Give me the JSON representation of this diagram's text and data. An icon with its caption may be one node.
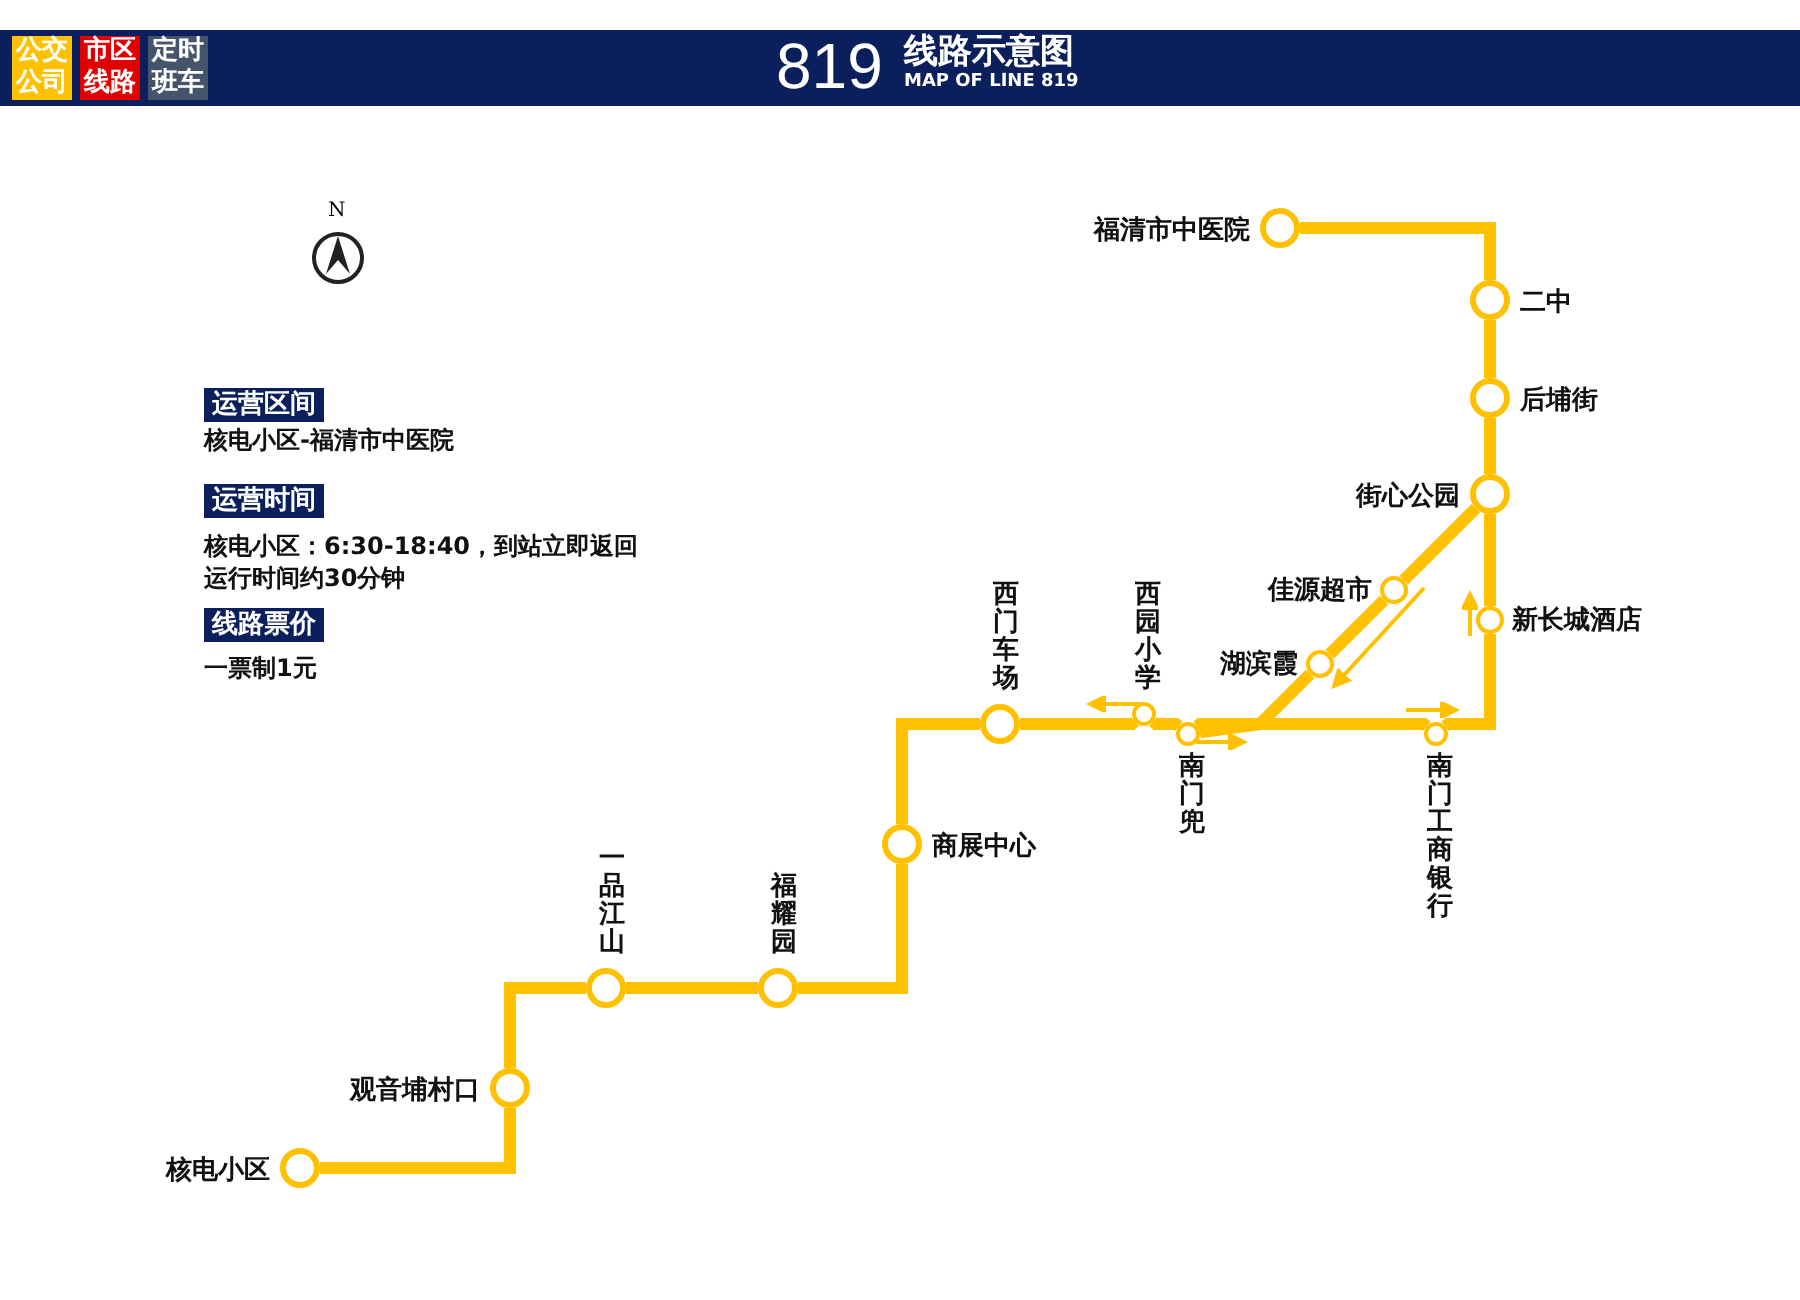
{
  "diagram": {
    "nodes": [
      {
        "text": [
          "核电小区"
        ]
      },
      {
        "text": [
          "观音埔村口"
        ]
      },
      {
        "text": [
          "一品江山"
        ]
      },
      {
        "text": [
          "福耀园"
        ]
      },
      {
        "text": [
          "商展中心"
        ]
      },
      {
        "text": [
          "西门车场"
        ]
      },
      {
        "text": [
          "西园小学"
        ]
      },
      {
        "text": [
          "南门兜"
        ]
      },
      {
        "text": [
          "湖滨霞"
        ]
      },
      {
        "text": [
          "佳源超市"
        ]
      },
      {
        "text": [
          "南门工商银行"
        ]
      },
      {
        "text": [
          "新长城酒店"
        ]
      },
      {
        "text": [
          "街心公园"
        ]
      },
      {
        "text": [
          "后埔街"
        ]
      },
      {
        "text": [
          "二中"
        ]
      },
      {
        "text": [
          "福清市中医院"
        ]
      }
    ],
    "edges": [
      {
        "from": 0,
        "to": 1,
        "arrow": "none"
      },
      {
        "from": 1,
        "to": 2,
        "arrow": "none"
      },
      {
        "from": 2,
        "to": 3,
        "arrow": "none"
      },
      {
        "from": 3,
        "to": 4,
        "arrow": "none"
      },
      {
        "from": 4,
        "to": 5,
        "arrow": "none"
      },
      {
        "from": 5,
        "to": 6,
        "arrow": "none"
      },
      {
        "from": 6,
        "to": 7,
        "arrow": "none"
      },
      {
        "from": 7,
        "to": 8,
        "arrow": "none"
      },
      {
        "from": 8,
        "to": 9,
        "arrow": "none"
      },
      {
        "from": 9,
        "to": 12,
        "arrow": "none"
      },
      {
        "from": 7,
        "to": 10,
        "arrow": "none"
      },
      {
        "from": 10,
        "to": 11,
        "arrow": "none"
      },
      {
        "from": 11,
        "to": 12,
        "arrow": "none"
      },
      {
        "from": 12,
        "to": 13,
        "arrow": "none"
      },
      {
        "from": 13,
        "to": 14,
        "arrow": "none"
      },
      {
        "from": 14,
        "to": 15,
        "arrow": "none"
      }
    ],
    "labels": [
      "公交公司",
      "市区线路",
      "定时班车",
      "819",
      "线路示意图",
      "MAP OF LINE 819",
      "N",
      "运营区间",
      "核电小区-福清市中医院",
      "运营时间",
      "核电小区：6:30-18:40，到站立即返回",
      "运行时间约30分钟",
      "线路票价",
      "一票制1元"
    ]
  }
}
